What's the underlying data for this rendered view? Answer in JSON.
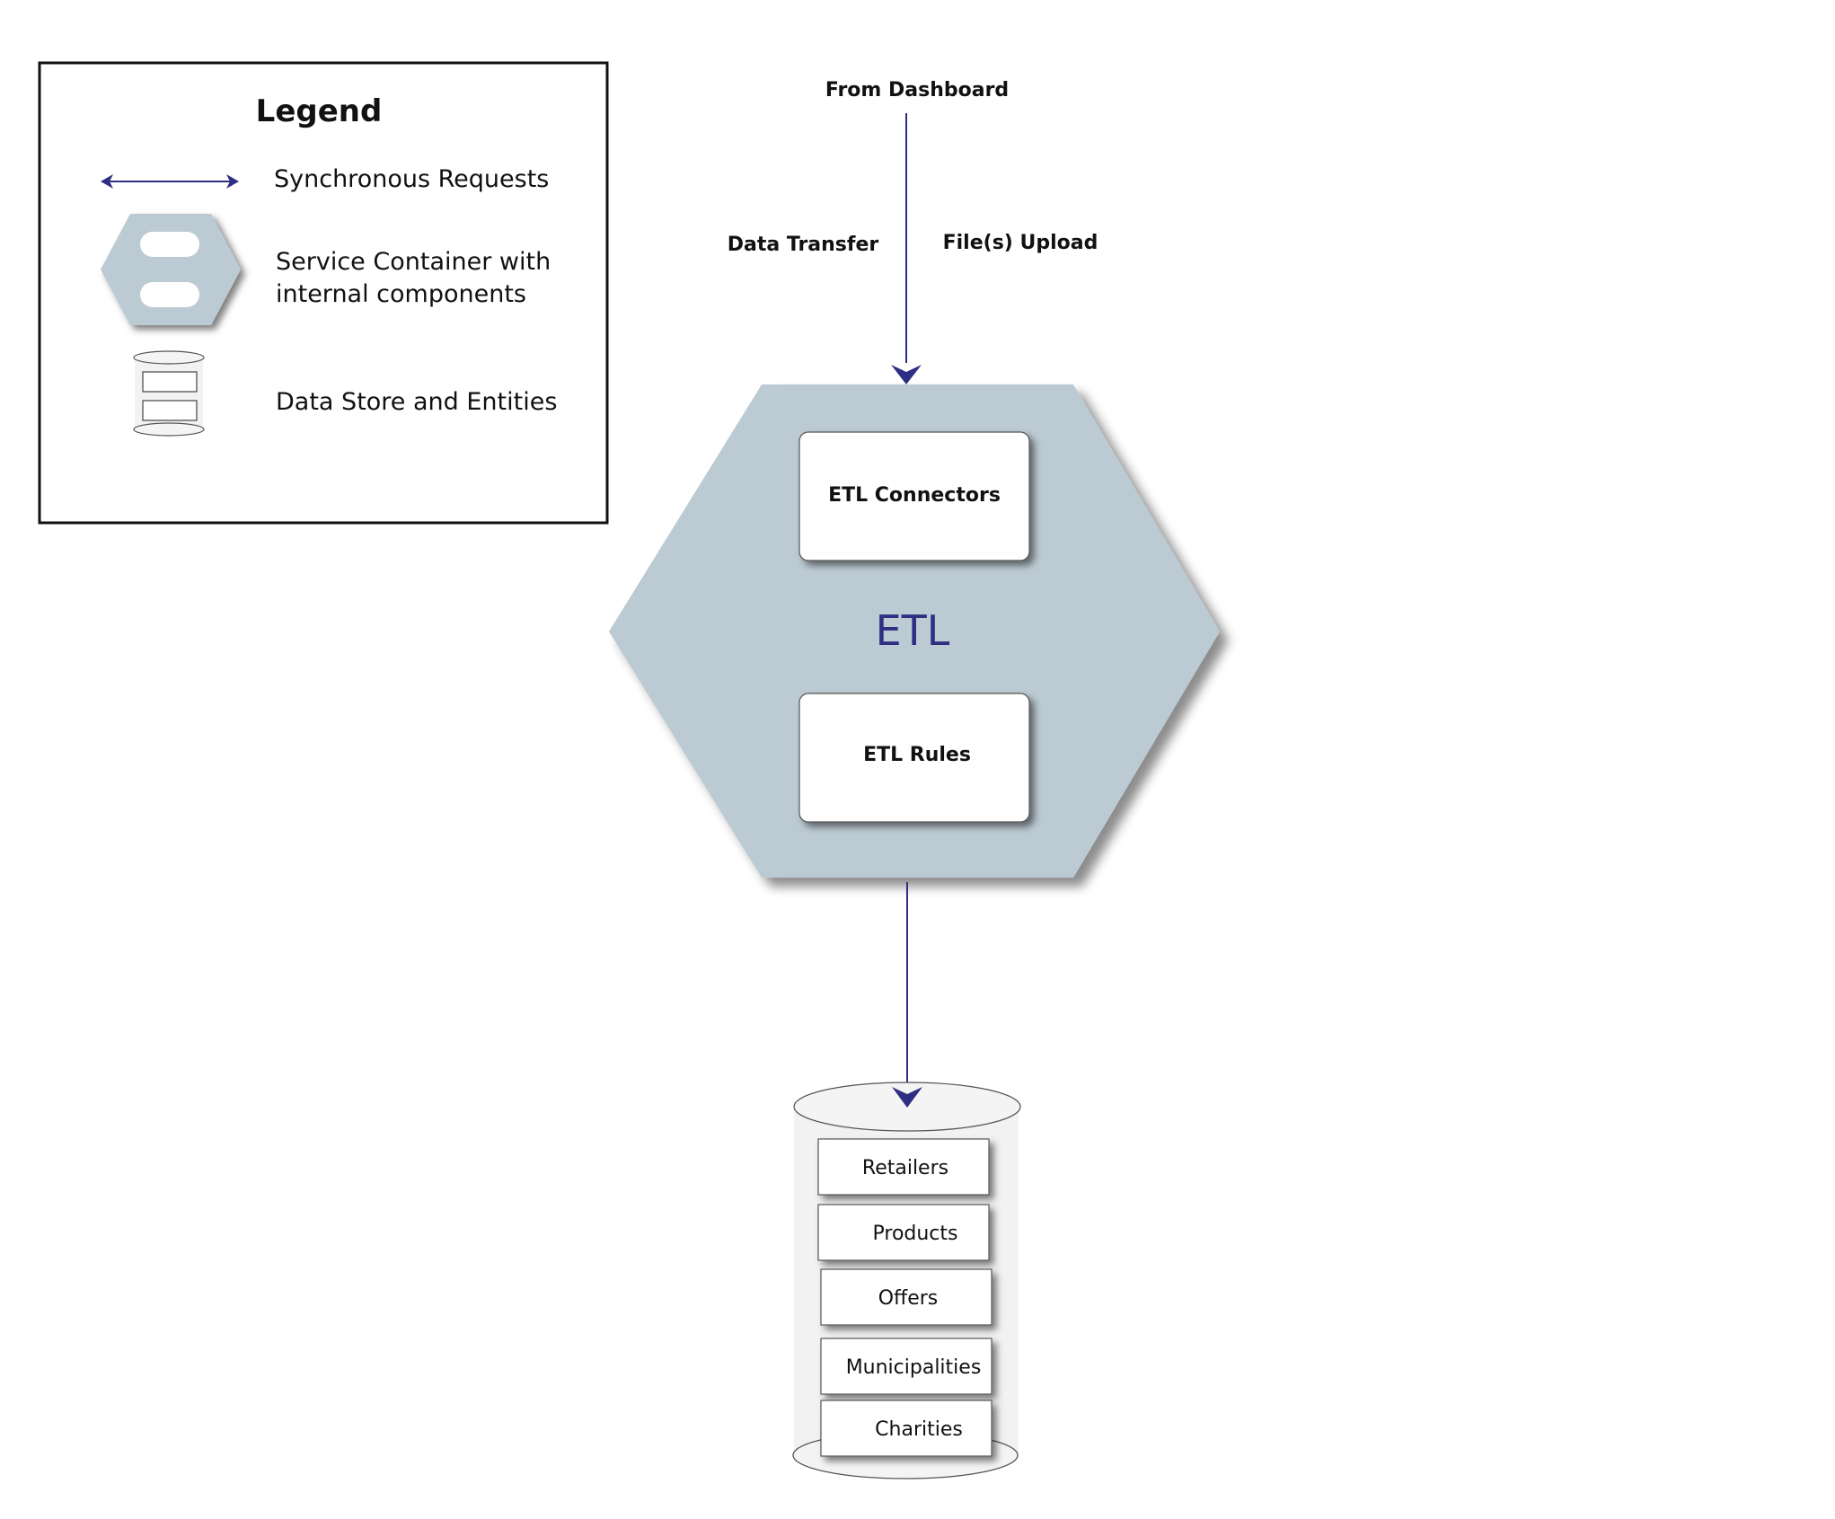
{
  "legend": {
    "title": "Legend",
    "sync_label": "Synchronous Requests",
    "container_label_line1": "Service Container with",
    "container_label_line2": "internal components",
    "datastore_label": "Data Store and Entities"
  },
  "flow": {
    "source_label": "From Dashboard",
    "left_label": "Data Transfer",
    "right_label": "File(s) Upload"
  },
  "service": {
    "name": "ETL",
    "components": [
      "ETL Connectors",
      "ETL Rules"
    ]
  },
  "datastore": {
    "entities": [
      "Retailers",
      "Products",
      "Offers",
      "Municipalities",
      "Charities"
    ]
  },
  "colors": {
    "arrow": "#2e2f82",
    "hexagon": "#bccad3",
    "service_title": "#2e2f82"
  }
}
